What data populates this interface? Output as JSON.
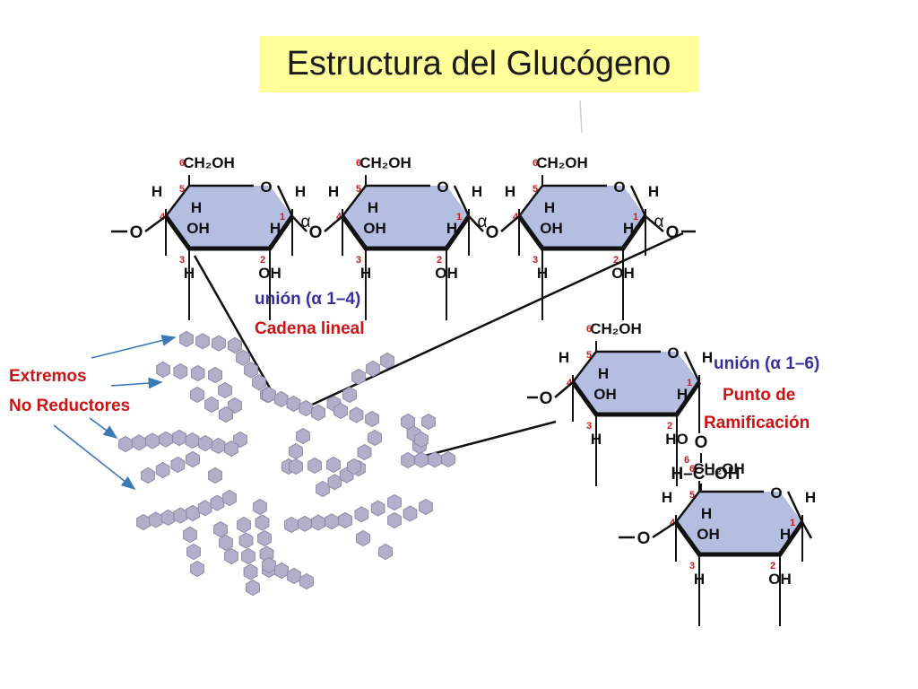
{
  "title": "Estructura del Glucógeno",
  "labels": {
    "bond_14": "unión (α 1–4)",
    "linear_chain": "Cadena lineal",
    "bond_16": "unión (α 1–6)",
    "branch_point_1": "Punto de",
    "branch_point_2": "Ramificación",
    "non_reducing_1": "Extremos",
    "non_reducing_2": "No Reductores"
  },
  "ring_atoms": {
    "ch2oh": "CH₂OH",
    "oxygen": "O",
    "h": "H",
    "oh": "OH",
    "ho": "HO",
    "alpha": "α",
    "bridge": "–O–",
    "branch_carbon": "H–C–OH"
  },
  "carbon_numbers": [
    "1",
    "2",
    "3",
    "4",
    "5",
    "6"
  ],
  "colors": {
    "ring_fill": "#b4bee0",
    "title_bg": "#ffff99",
    "bead": "#b3aec9",
    "carbon_number": "#d41a1a",
    "label_blue": "#3a2f9e",
    "label_red": "#cc1414",
    "arrow": "#3a78b8"
  }
}
